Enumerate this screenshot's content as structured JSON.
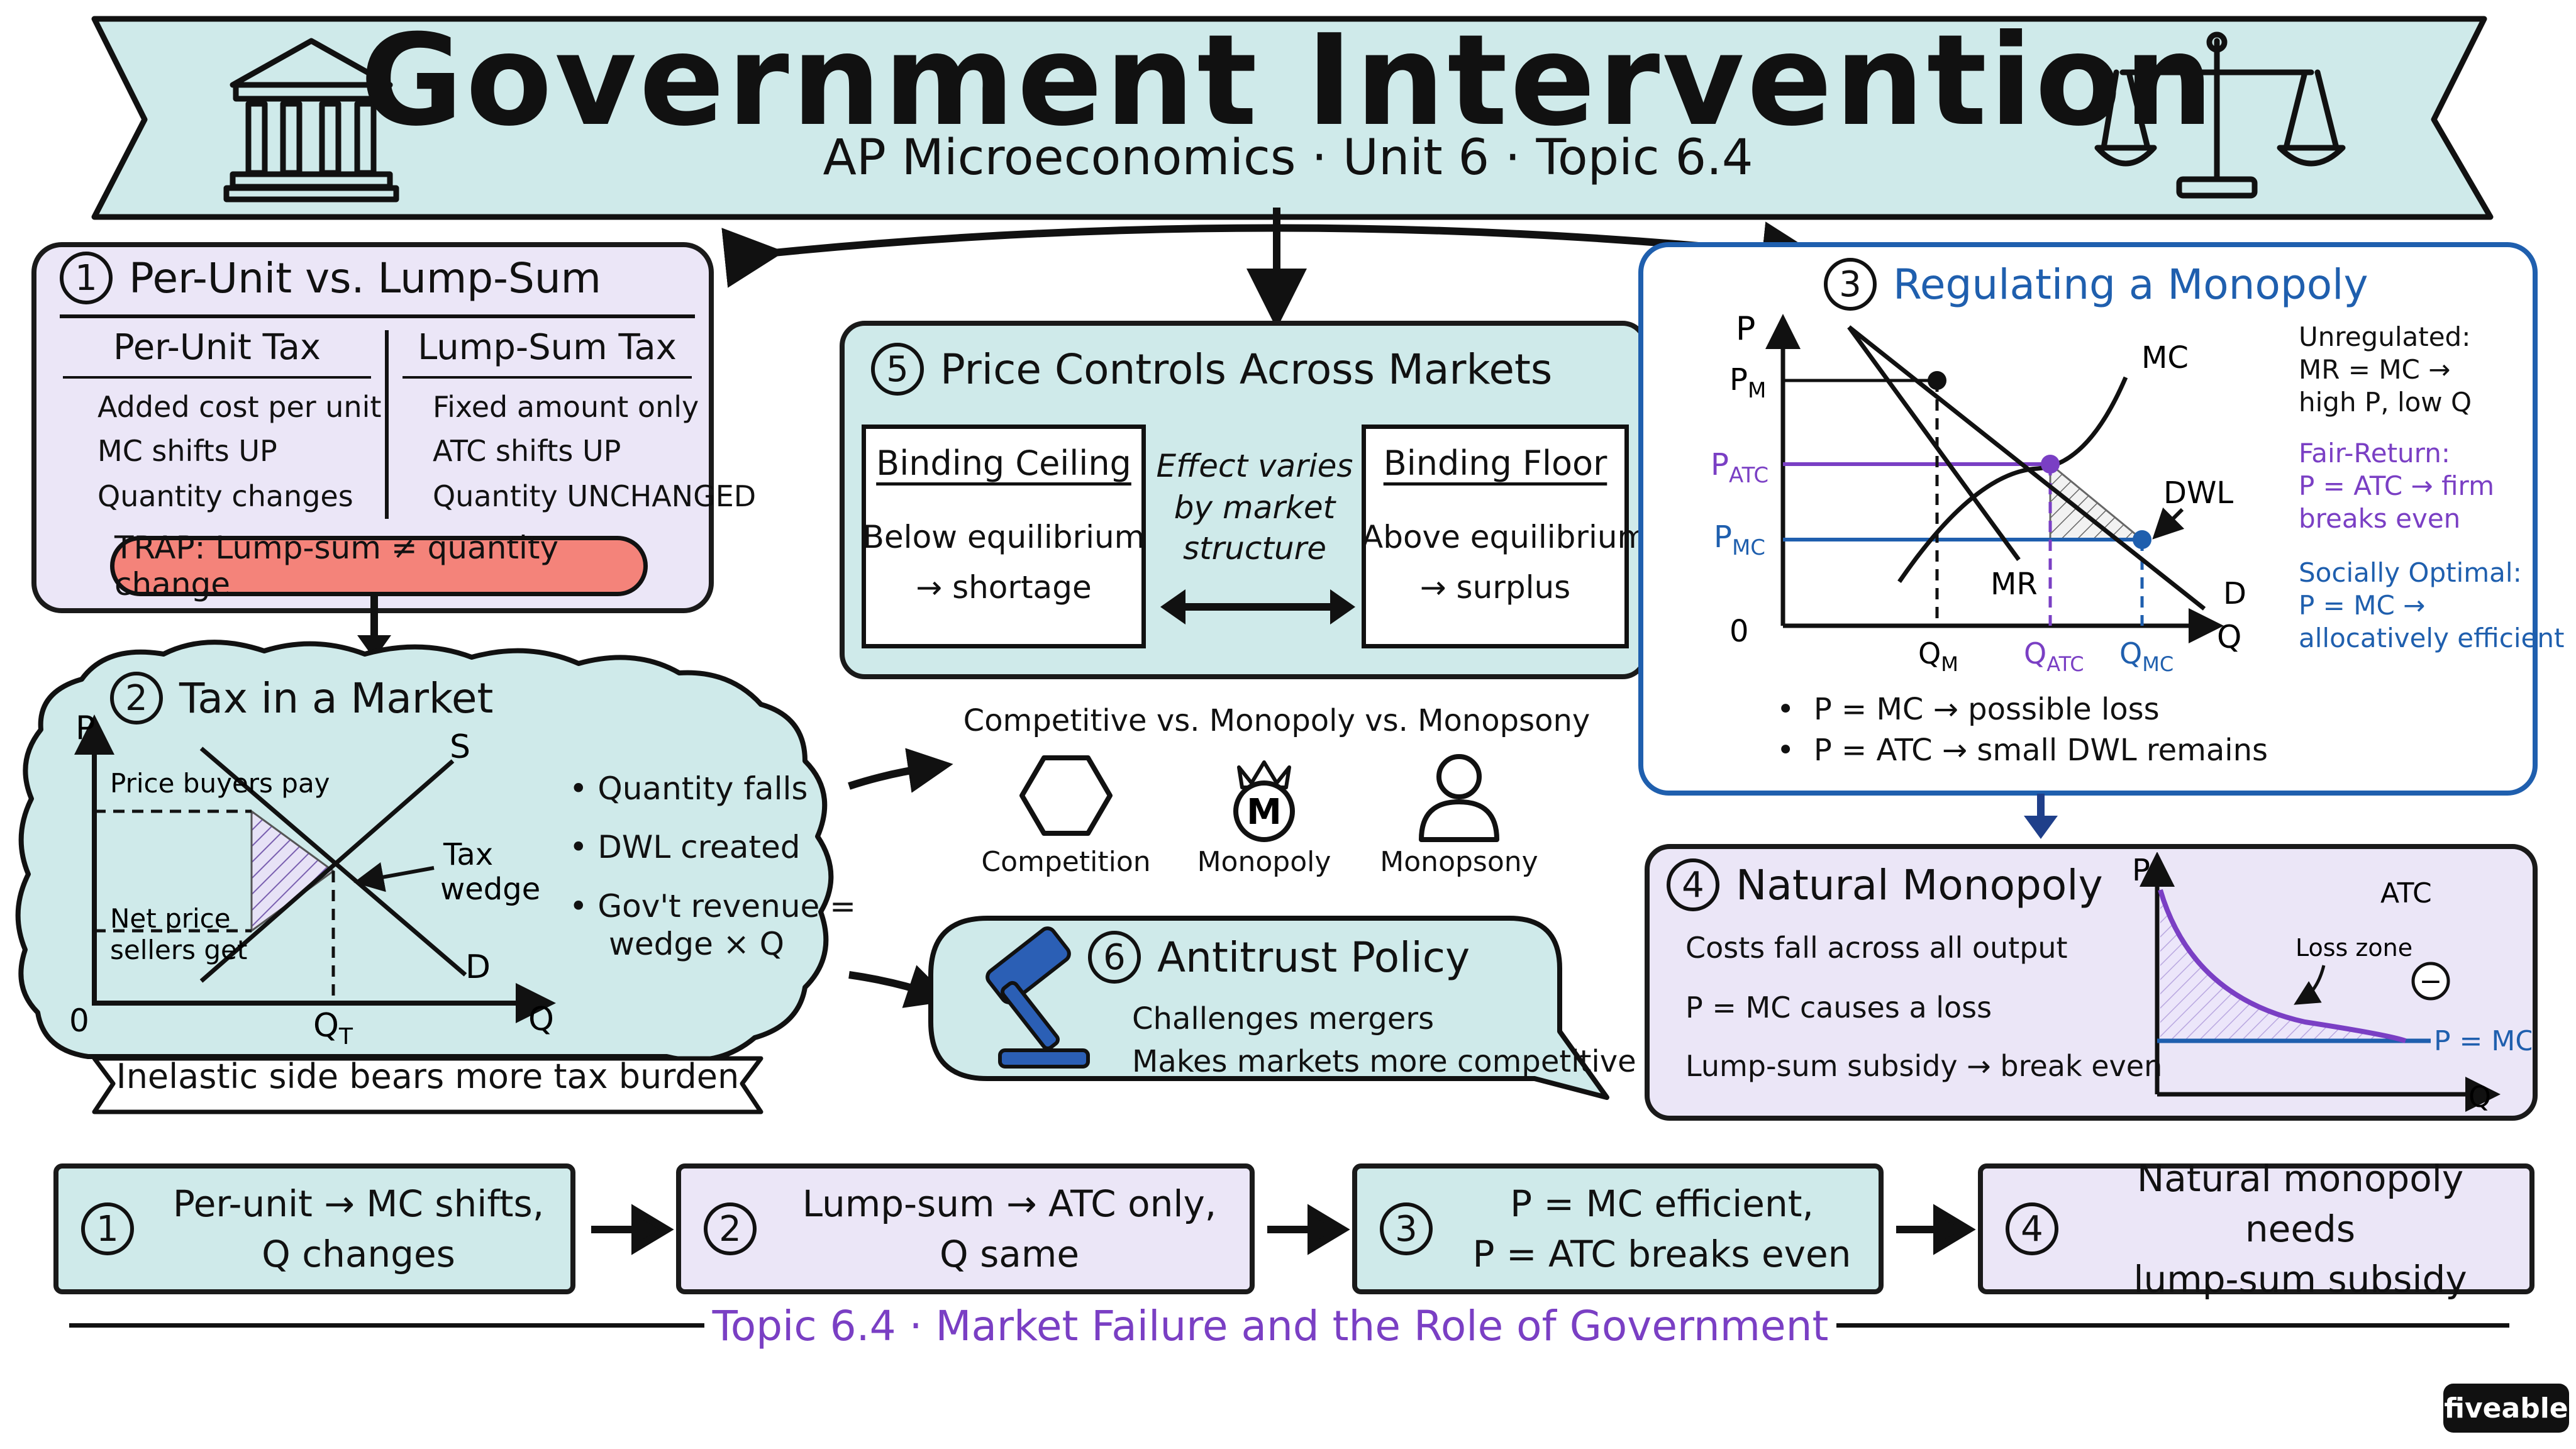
{
  "header": {
    "title": "Government Intervention",
    "subtitle": "AP Microeconomics · Unit 6 · Topic 6.4"
  },
  "panel1": {
    "num": "1",
    "title": "Per-Unit vs. Lump-Sum",
    "col1_header": "Per-Unit Tax",
    "col2_header": "Lump-Sum Tax",
    "col1_items": [
      "Added cost per unit",
      "MC shifts UP",
      "Quantity changes"
    ],
    "col2_items": [
      "Fixed amount only",
      "ATC shifts UP",
      "Quantity UNCHANGED"
    ],
    "trap": "TRAP: Lump-sum ≠ quantity change"
  },
  "panel2": {
    "num": "2",
    "title": "Tax in a Market",
    "axis_p": "P",
    "axis_q": "Q",
    "origin": "0",
    "supply_label": "S",
    "demand_label": "D",
    "qt_label": "Q",
    "qt_sub": "T",
    "buyers_label": "Price buyers pay",
    "sellers_label_1": "Net price",
    "sellers_label_2": "sellers get",
    "wedge_label_1": "Tax",
    "wedge_label_2": "wedge",
    "bullets": [
      "Quantity falls",
      "DWL created",
      "Gov't revenue =",
      "wedge × Q"
    ],
    "banner": "Inelastic side bears more tax burden"
  },
  "panel5": {
    "num": "5",
    "title": "Price Controls Across Markets",
    "ceiling_title": "Binding Ceiling",
    "ceiling_line1": "Below equilibrium",
    "ceiling_line2": "→ shortage",
    "middle": [
      "Effect varies",
      "by market",
      "structure"
    ],
    "floor_title": "Binding Floor",
    "floor_line1": "Above equilibrium",
    "floor_line2": "→ surplus"
  },
  "markets": {
    "title": "Competitive vs. Monopoly vs. Monopsony",
    "items": [
      "Competition",
      "Monopoly",
      "Monopsony"
    ],
    "crown_letter": "M"
  },
  "panel6": {
    "num": "6",
    "title": "Antitrust Policy",
    "line1": "Challenges mergers",
    "line2": "Makes markets more competitive"
  },
  "panel3": {
    "num": "3",
    "title": "Regulating a Monopoly",
    "axis_p": "P",
    "axis_q": "Q",
    "origin": "0",
    "pm": "P",
    "pm_sub": "M",
    "patc": "P",
    "patc_sub": "ATC",
    "pmc": "P",
    "pmc_sub": "MC",
    "mc_label": "MC",
    "mr_label": "MR",
    "d_label": "D",
    "dwl_label": "DWL",
    "qm": "Q",
    "qm_sub": "M",
    "qatc": "Q",
    "qatc_sub": "ATC",
    "qmc": "Q",
    "qmc_sub": "MC",
    "unreg": [
      "Unregulated:",
      "MR = MC →",
      "high P, low Q"
    ],
    "fair": [
      "Fair-Return:",
      "P = ATC → firm",
      "breaks even"
    ],
    "social": [
      "Socially Optimal:",
      "P = MC →",
      "allocatively efficient"
    ],
    "bullets": [
      "P = MC → possible loss",
      "P = ATC → small DWL remains"
    ],
    "colors": {
      "purple": "#7a3fc4",
      "blue": "#1f5fae"
    }
  },
  "panel4": {
    "num": "4",
    "title": "Natural Monopoly",
    "lines": [
      "Costs fall across all output",
      "P = MC causes a loss",
      "Lump-sum subsidy → break even"
    ],
    "axis_p": "P",
    "axis_q": "Q",
    "atc_label": "ATC",
    "loss_label": "Loss zone",
    "minus": "−",
    "pmc_label": "P = MC"
  },
  "steps": [
    {
      "num": "1",
      "line1": "Per-unit → MC shifts,",
      "line2": "Q changes"
    },
    {
      "num": "2",
      "line1": "Lump-sum → ATC only,",
      "line2": "Q same"
    },
    {
      "num": "3",
      "line1": "P = MC efficient,",
      "line2": "P = ATC breaks even"
    },
    {
      "num": "4",
      "line1": "Natural monopoly needs",
      "line2": "lump-sum subsidy"
    }
  ],
  "footer": "Topic 6.4 · Market Failure and the Role of Government",
  "brand": "fiveable"
}
